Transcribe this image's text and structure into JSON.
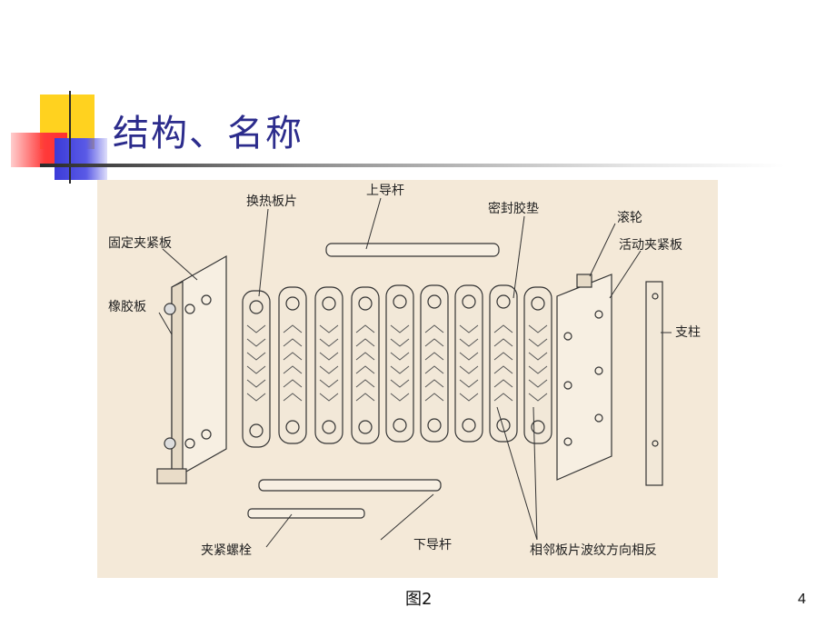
{
  "slide": {
    "title": "结构、名称",
    "caption": "图2",
    "page_number": "4"
  },
  "diagram": {
    "labels": {
      "plate": "换热板片",
      "upper_rod": "上导杆",
      "gasket": "密封胶垫",
      "roller": "滚轮",
      "fixed_frame": "固定夹紧板",
      "movable_frame": "活动夹紧板",
      "rubber_plate": "橡胶板",
      "column": "支柱",
      "lower_rod": "下导杆",
      "bolt": "夹紧螺栓",
      "corrugation_note": "相邻板片波纹方向相反"
    }
  }
}
